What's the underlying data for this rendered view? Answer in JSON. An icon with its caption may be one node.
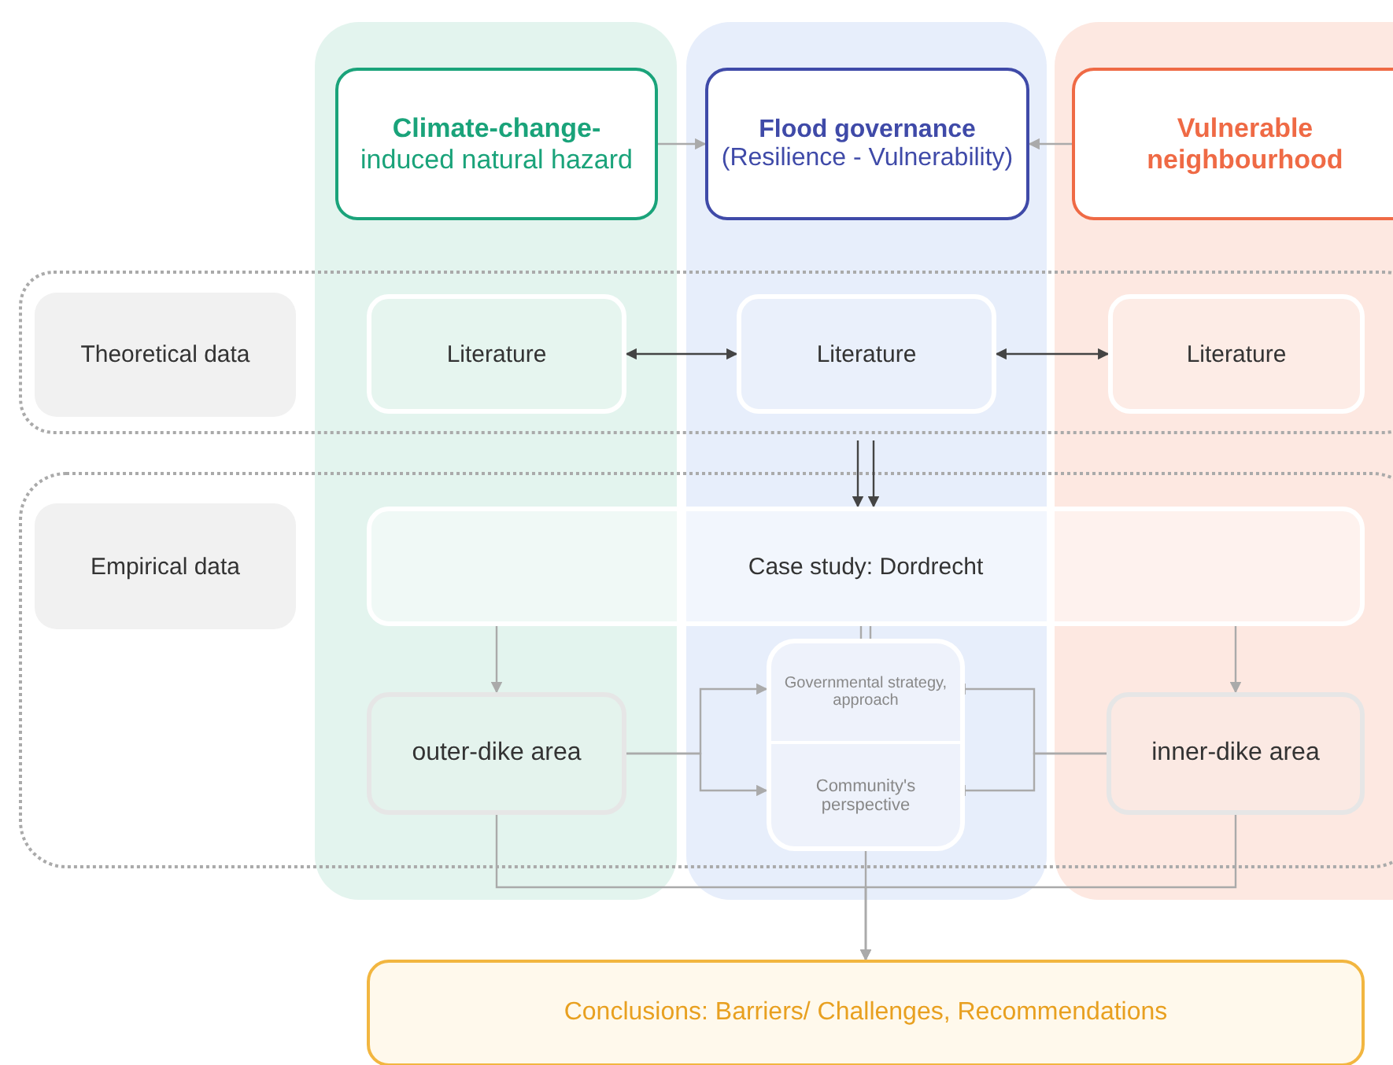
{
  "diagram": {
    "nodes": [
      {
        "text": [
          "Climate-change-",
          "induced natural hazard"
        ]
      },
      {
        "text": [
          "Flood governance",
          "(Resilience - Vulnerability)"
        ]
      },
      {
        "text": [
          "Vulnerable neighbourhood"
        ]
      },
      {
        "text": [
          "Theoretical data"
        ]
      },
      {
        "text": [
          "Literature"
        ]
      },
      {
        "text": [
          "Literature"
        ]
      },
      {
        "text": [
          "Literature"
        ]
      },
      {
        "text": [
          "Empirical data"
        ]
      },
      {
        "text": [
          "Case study: Dordrecht"
        ]
      },
      {
        "text": [
          "outer-dike area"
        ]
      },
      {
        "text": [],
        "shape": "box"
      },
      {
        "text": [
          "Governmental strategy, approach"
        ],
        "in": 10
      },
      {
        "text": [
          "Community's perspective"
        ],
        "in": 10
      },
      {
        "text": [
          "inner-dike area"
        ]
      },
      {
        "text": [
          "Conclusions: Barriers/ Challenges, Recommendations"
        ]
      }
    ],
    "edges": [
      {
        "from": 0,
        "to": 1,
        "arrow": "to"
      },
      {
        "from": 2,
        "to": 1,
        "arrow": "to"
      },
      {
        "from": 4,
        "to": 5,
        "arrow": "both",
        "color": "#444444"
      },
      {
        "from": 5,
        "to": 6,
        "arrow": "both",
        "color": "#444444"
      },
      {
        "from": null,
        "to": 8,
        "arrow": "to",
        "color": "#444444"
      },
      {
        "from": null,
        "to": 8,
        "arrow": "to",
        "color": "#444444"
      },
      {
        "from": 8,
        "to": 9,
        "arrow": "to"
      },
      {
        "from": 8,
        "to": 13,
        "arrow": "to"
      },
      {
        "from": 8,
        "to": 10,
        "arrow": "none"
      },
      {
        "from": 8,
        "to": 10,
        "arrow": "none"
      },
      {
        "from": 9,
        "to": 11,
        "arrow": "to"
      },
      {
        "from": 9,
        "to": 12,
        "arrow": "to"
      },
      {
        "from": 13,
        "to": 11,
        "arrow": "to"
      },
      {
        "from": 13,
        "to": 12,
        "arrow": "to"
      },
      {
        "from": 9,
        "to": 14,
        "arrow": "to"
      },
      {
        "from": 13,
        "to": 14,
        "arrow": "to"
      },
      {
        "from": 10,
        "to": 14,
        "arrow": "to"
      }
    ]
  }
}
